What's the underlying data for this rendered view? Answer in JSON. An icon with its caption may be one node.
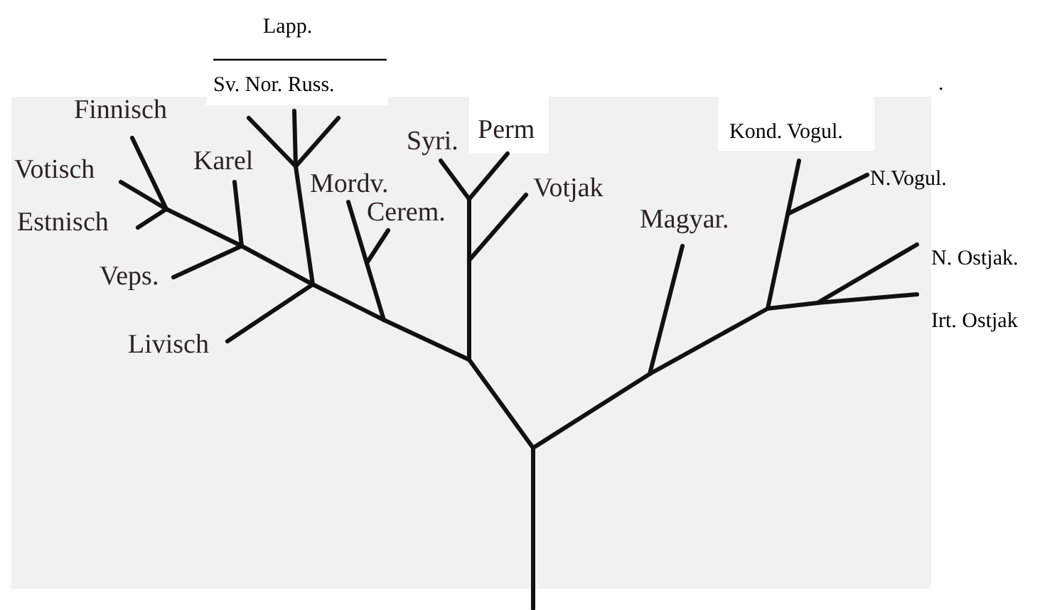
{
  "diagram": {
    "labels": [
      "Lapp.",
      "Sv. Nor. Russ.",
      ".",
      "Finnisch",
      "Perm",
      "Syri.",
      "Kond. Vogul.",
      "Karel",
      "Votisch",
      "N.Vogul.",
      "Mordv.",
      "Votjak",
      "Cerem.",
      "Magyar.",
      "Estnisch",
      "N. Ostjak.",
      "Veps.",
      "Irt. Ostjak",
      "Livisch"
    ]
  }
}
